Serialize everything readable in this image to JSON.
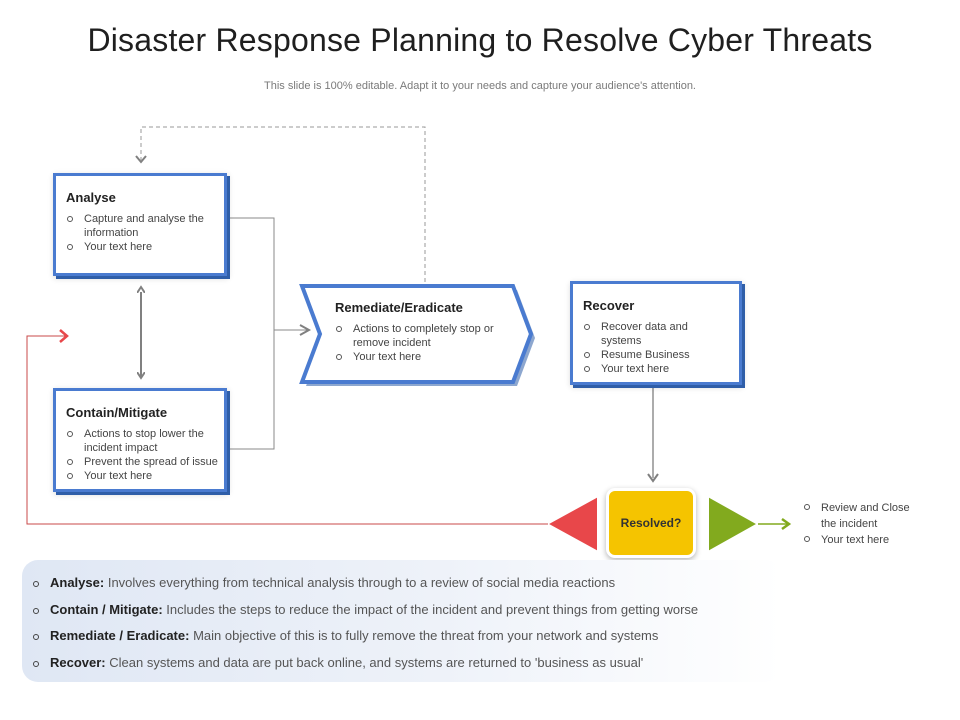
{
  "title": "Disaster Response Planning to Resolve Cyber Threats",
  "subtitle": "This slide is 100% editable. Adapt it to your needs and capture your audience's attention.",
  "analyse": {
    "heading": "Analyse",
    "items": [
      "Capture and analyse the information",
      "Your text here"
    ]
  },
  "contain": {
    "heading": "Contain/Mitigate",
    "items": [
      "Actions to stop lower the incident impact",
      "Prevent the spread of issue",
      "Your text here"
    ]
  },
  "remediate": {
    "heading": "Remediate/Eradicate",
    "items": [
      "Actions to completely stop or remove incident",
      "Your text here"
    ]
  },
  "recover": {
    "heading": "Recover",
    "items": [
      "Recover data and systems",
      "Resume Business",
      "Your text here"
    ]
  },
  "resolved": {
    "label": "Resolved?"
  },
  "review": {
    "items": [
      "Review and Close the incident",
      "Your text here"
    ]
  },
  "summary": [
    {
      "term": "Analyse:",
      "text": "Involves everything from technical analysis through to a review of social media reactions"
    },
    {
      "term": "Contain / Mitigate:",
      "text": "Includes the steps to reduce the impact of the incident and prevent things from getting worse"
    },
    {
      "term": "Remediate / Eradicate:",
      "text": "Main objective of this is to fully remove the threat from your network and systems"
    },
    {
      "term": "Recover:",
      "text": "Clean systems and data are put back online, and systems are returned to 'business as usual'"
    }
  ],
  "colors": {
    "box_border": "#4a7bd0",
    "resolved_fill": "#f5c400",
    "no_arrow": "#e8474a",
    "yes_arrow": "#82aa1e",
    "connector": "#808080"
  }
}
